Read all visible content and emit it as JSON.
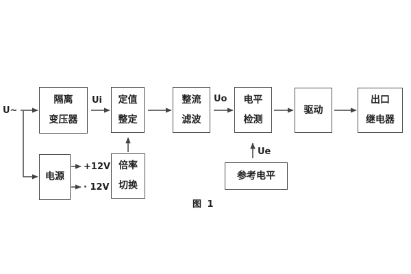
{
  "figure": {
    "caption": "图 1"
  },
  "signal_labels": {
    "input": "U~",
    "ui": "Ui",
    "uo": "Uo",
    "ue": "Ue",
    "plus_12v": "+12V",
    "minus_12v": "· 12V"
  },
  "blocks": {
    "isolation_transformer": "隔离\n变压器",
    "setting_adjustment": "定值\n整定",
    "rectifier_filter": "整流\n滤波",
    "level_detection": "电平\n检测",
    "drive": "驱动",
    "output_relay": "出口\n继电器",
    "power_supply": "电源",
    "ratio_switch": "倍率\n切换",
    "reference_level": "参考电平"
  },
  "colors": {
    "line": "#424242",
    "text": "#1f1f1f",
    "background": "#ffffff"
  }
}
